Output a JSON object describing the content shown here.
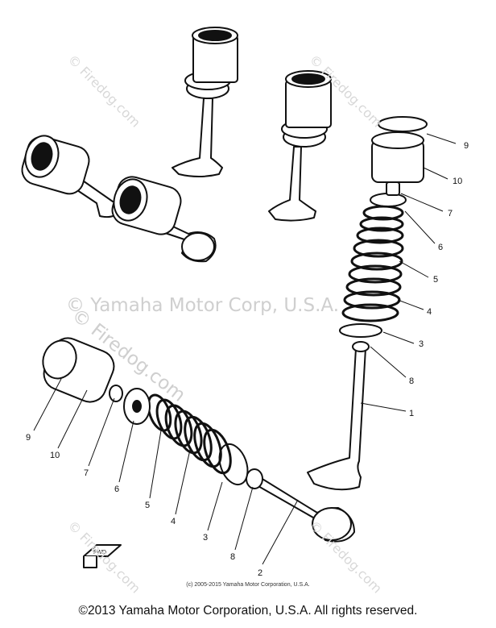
{
  "watermark": {
    "repeat_text": "© Firedog.com",
    "center_text": "© Yamaha Motor Corp, U.S.A.",
    "center_text2": "© Firedog.com"
  },
  "callouts": {
    "right": [
      "9",
      "10",
      "7",
      "6",
      "5",
      "4",
      "3",
      "8",
      "1"
    ],
    "bottom": [
      "9",
      "10",
      "7",
      "6",
      "5",
      "4",
      "3",
      "8",
      "2"
    ]
  },
  "fwd_label": "FWD",
  "small_copyright": "(c) 2005-2015 Yamaha Motor Corporation, U.S.A.",
  "footer_copyright": "©2013 Yamaha Motor Corporation, U.S.A. All rights reserved."
}
